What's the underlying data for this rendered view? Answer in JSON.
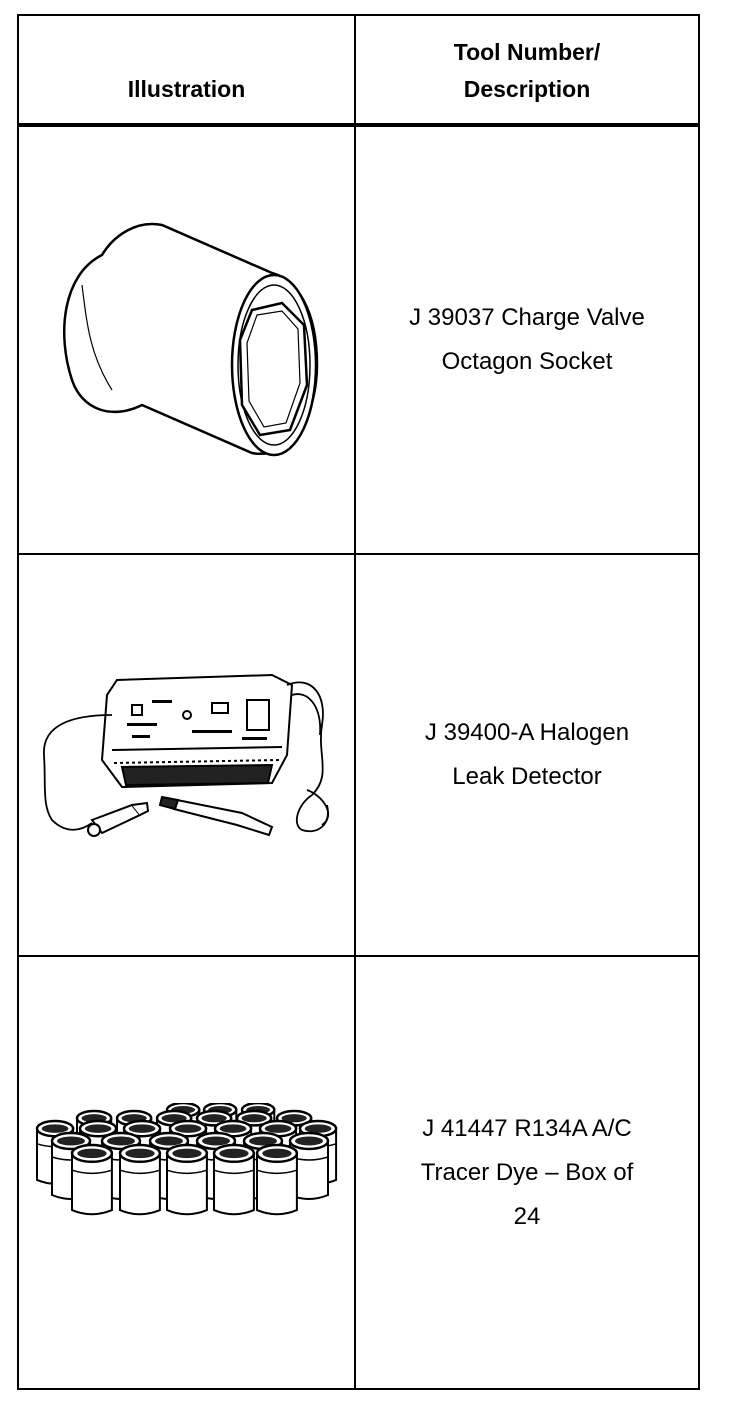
{
  "table": {
    "headers": {
      "illustration": "Illustration",
      "tool_line1": "Tool Number/",
      "tool_line2": "Description"
    },
    "rows": [
      {
        "icon": "octagon-socket-illustration",
        "lines": [
          "J 39037 Charge Valve",
          "Octagon Socket"
        ]
      },
      {
        "icon": "halogen-leak-detector-illustration",
        "lines": [
          "J 39400-A Halogen",
          "Leak Detector"
        ]
      },
      {
        "icon": "tracer-dye-bottles-illustration",
        "lines": [
          "J 41447 R134A A/C",
          "Tracer Dye – Box of",
          "24"
        ]
      }
    ]
  }
}
